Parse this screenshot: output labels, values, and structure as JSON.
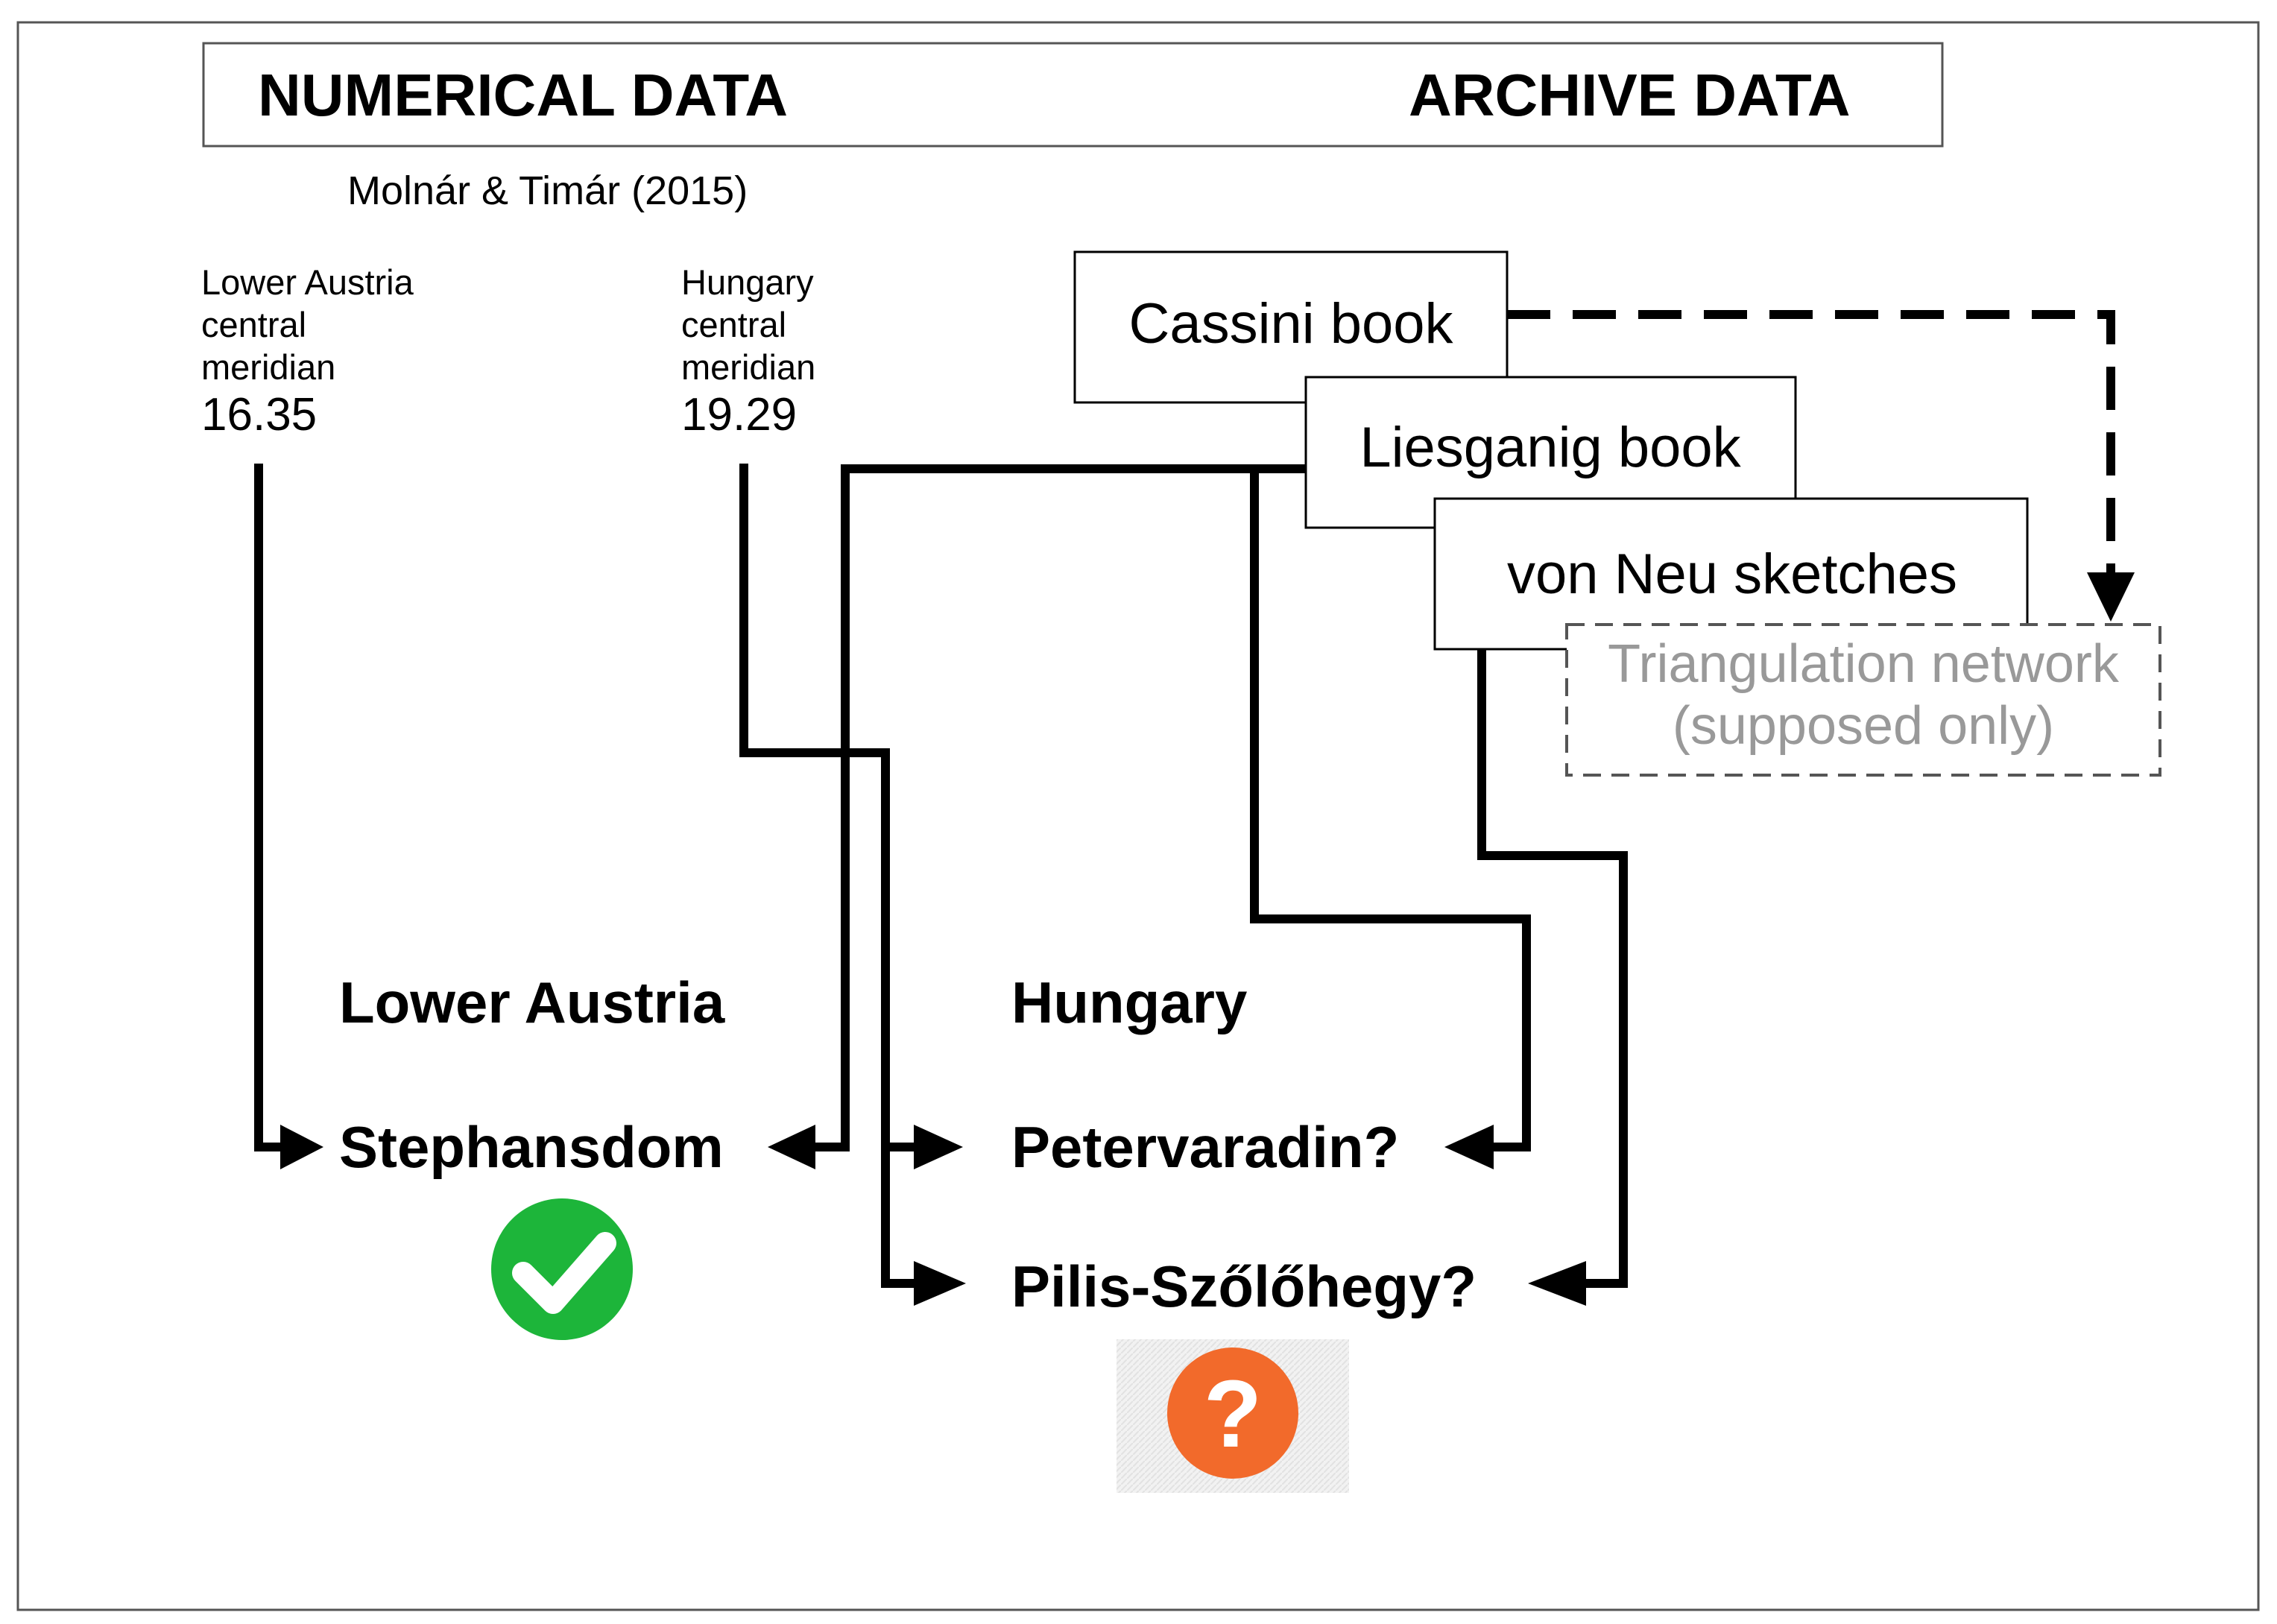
{
  "header": {
    "left_title": "NUMERICAL DATA",
    "right_title": "ARCHIVE DATA"
  },
  "citation": "Molnár & Timár (2015)",
  "meridians": {
    "lower_austria": {
      "lines": [
        "Lower Austria",
        "central",
        "meridian"
      ],
      "value": "16.35"
    },
    "hungary": {
      "lines": [
        "Hungary",
        "central",
        "meridian"
      ],
      "value": "19.29"
    }
  },
  "sources": {
    "cassini": "Cassini book",
    "liesganig": "Liesganig book",
    "von_neu": "von Neu sketches",
    "triangulation": [
      "Triangulation network",
      "(supposed only)"
    ]
  },
  "regions": {
    "lower_austria": "Lower Austria",
    "hungary": "Hungary"
  },
  "targets": {
    "stephansdom": "Stephansdom",
    "petervaradin": "Petervaradin?",
    "pilis": "Pilis-Szőlőhegy?"
  },
  "status_icons": {
    "confirmed": {
      "name": "checkmark-icon",
      "color": "#1db53a"
    },
    "uncertain": {
      "name": "question-icon",
      "glyph": "?",
      "color": "#f26a2b"
    }
  },
  "colors": {
    "line": "#000000",
    "frame": "#555555",
    "supposed_text": "#999999",
    "supposed_border": "#555555"
  }
}
